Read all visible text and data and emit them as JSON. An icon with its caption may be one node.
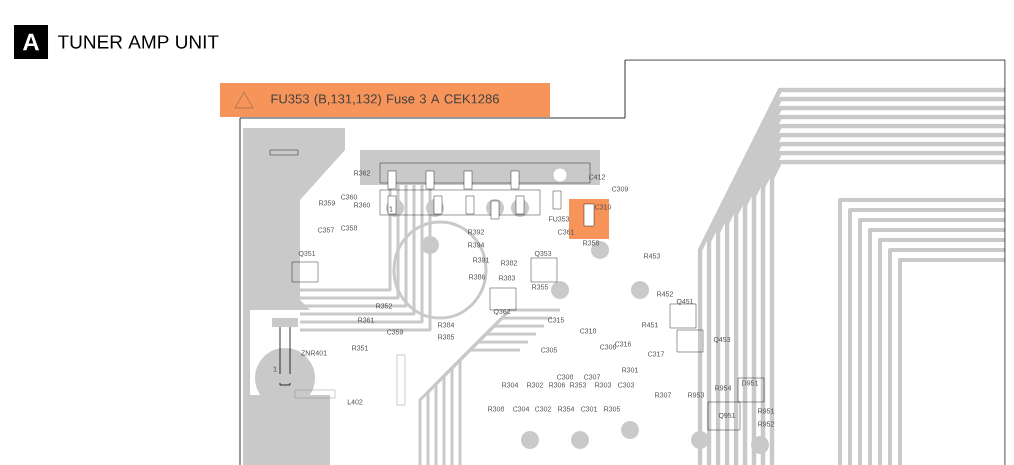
{
  "diagram": {
    "title": "TUNER AMP UNIT",
    "nodes": [
      {
        "text": [
          "A"
        ]
      },
      {
        "text": [
          "FU353 (B,131,132) Fuse 3 A CEK1286"
        ]
      },
      {
        "text": [],
        "shape": "box"
      }
    ],
    "labels": [
      "R362",
      "C360",
      "R359",
      "R360",
      "1",
      "C357",
      "C358",
      "Q351",
      "R392",
      "R394",
      "R391",
      "R382",
      "R386",
      "R383",
      "Q353",
      "R355",
      "Q362",
      "C412",
      "C309",
      "C310",
      "FU353",
      "C361",
      "R358",
      "R453",
      "R452",
      "Q451",
      "R352",
      "R361",
      "C359",
      "R351",
      "ZNR401",
      "R384",
      "R385",
      "R451",
      "Q453",
      "C315",
      "C318",
      "C305",
      "C306",
      "C316",
      "C317",
      "C308",
      "C307",
      "R301",
      "R304",
      "R302",
      "R306",
      "R353",
      "R303",
      "C303",
      "R307",
      "R308",
      "C304",
      "C302",
      "R354",
      "C301",
      "R305",
      "1",
      "L402",
      "R953",
      "R954",
      "D951",
      "Q951",
      "R951",
      "R952"
    ]
  }
}
